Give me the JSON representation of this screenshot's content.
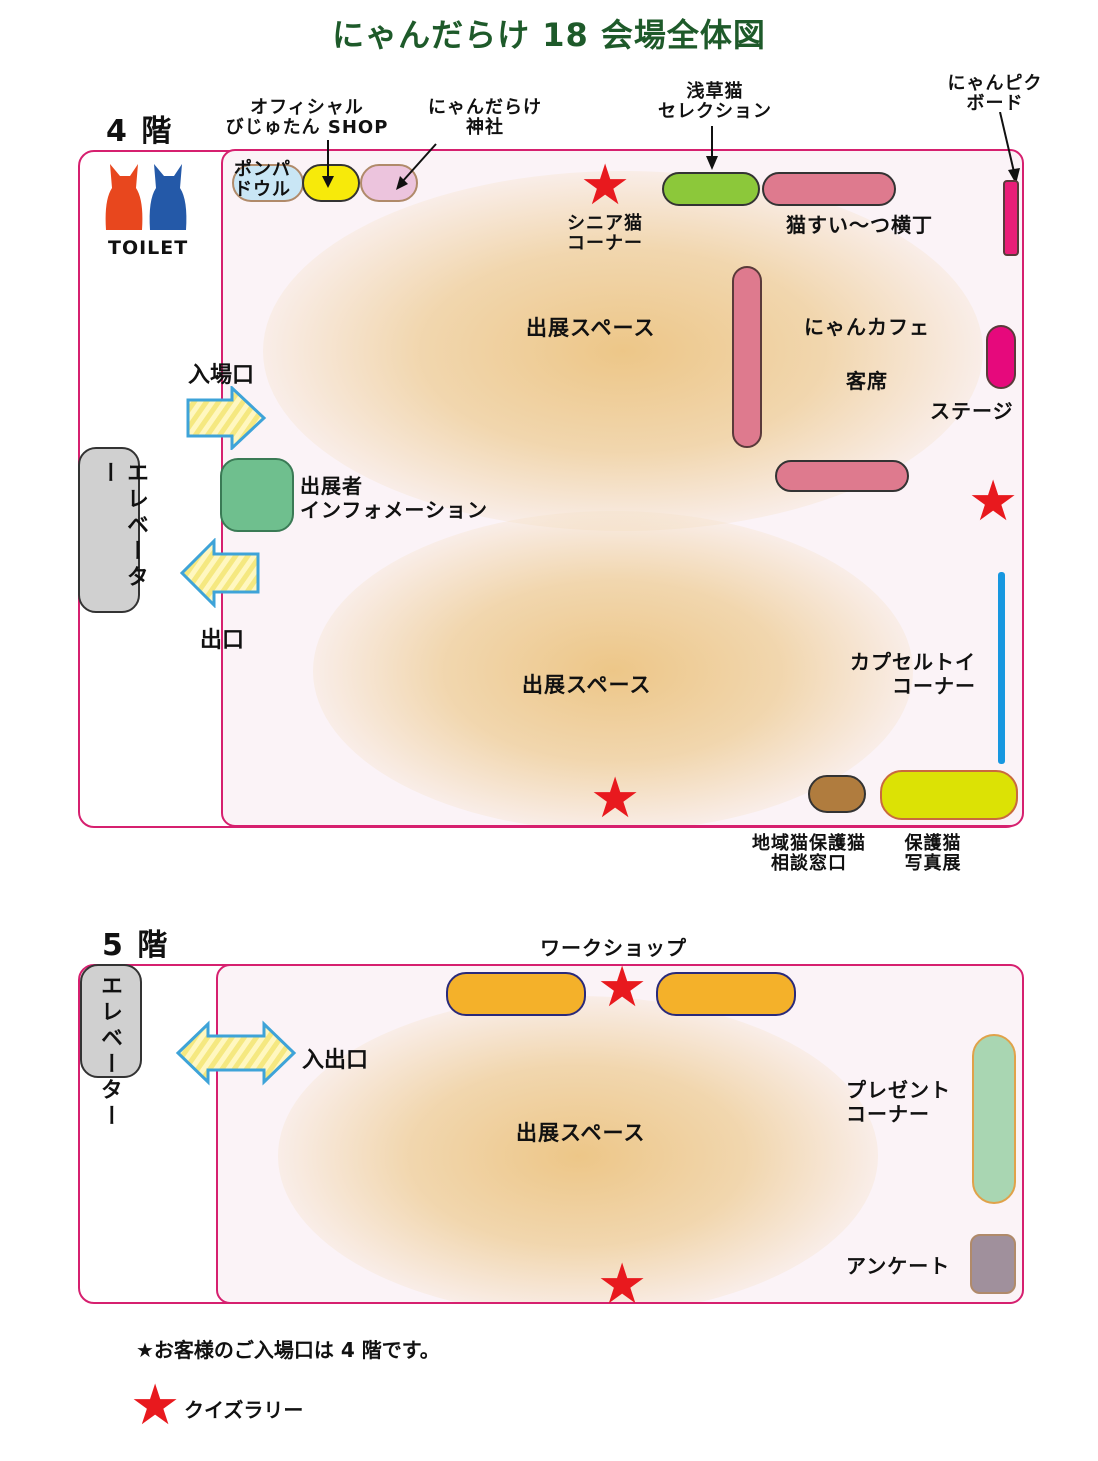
{
  "title": "にゃんだらけ 18 会場全体図",
  "floor4": {
    "label": "4 階",
    "toilet": "TOILET",
    "elevator": "エレベーター",
    "entrance": "入場口",
    "exit": "出口",
    "pompadour": "ポンパ\nドウル",
    "official_shop": "オフィシャル\nびじゅたん SHOP",
    "shrine": "にゃんだらけ\n神社",
    "asakusa": "浅草猫\nセレクション",
    "senior": "シニア猫\nコーナー",
    "yokocho": "猫すい～つ横丁",
    "pick_board": "にゃんピク\nボード",
    "exhibit_space_1": "出展スペース",
    "exhibit_space_2": "出展スペース",
    "cafe": "にゃんカフェ",
    "seats": "客席",
    "stage": "ステージ",
    "info": "出展者\nインフォメーション",
    "capsule": "カプセルトイ\nコーナー",
    "consult": "地域猫保護猫\n相談窓口",
    "photo": "保護猫\n写真展"
  },
  "floor5": {
    "label": "5 階",
    "elevator": "エレベーター",
    "workshop": "ワークショップ",
    "entrance_exit": "入出口",
    "exhibit_space": "出展スペース",
    "present": "プレゼント\nコーナー",
    "survey": "アンケート"
  },
  "notes": {
    "entry_note": "★お客様のご入場口は 4 階です。",
    "quiz": "クイズラリー"
  },
  "colors": {
    "border": "#d6206f",
    "star": "#e8191e",
    "title": "#1e5a2a"
  }
}
